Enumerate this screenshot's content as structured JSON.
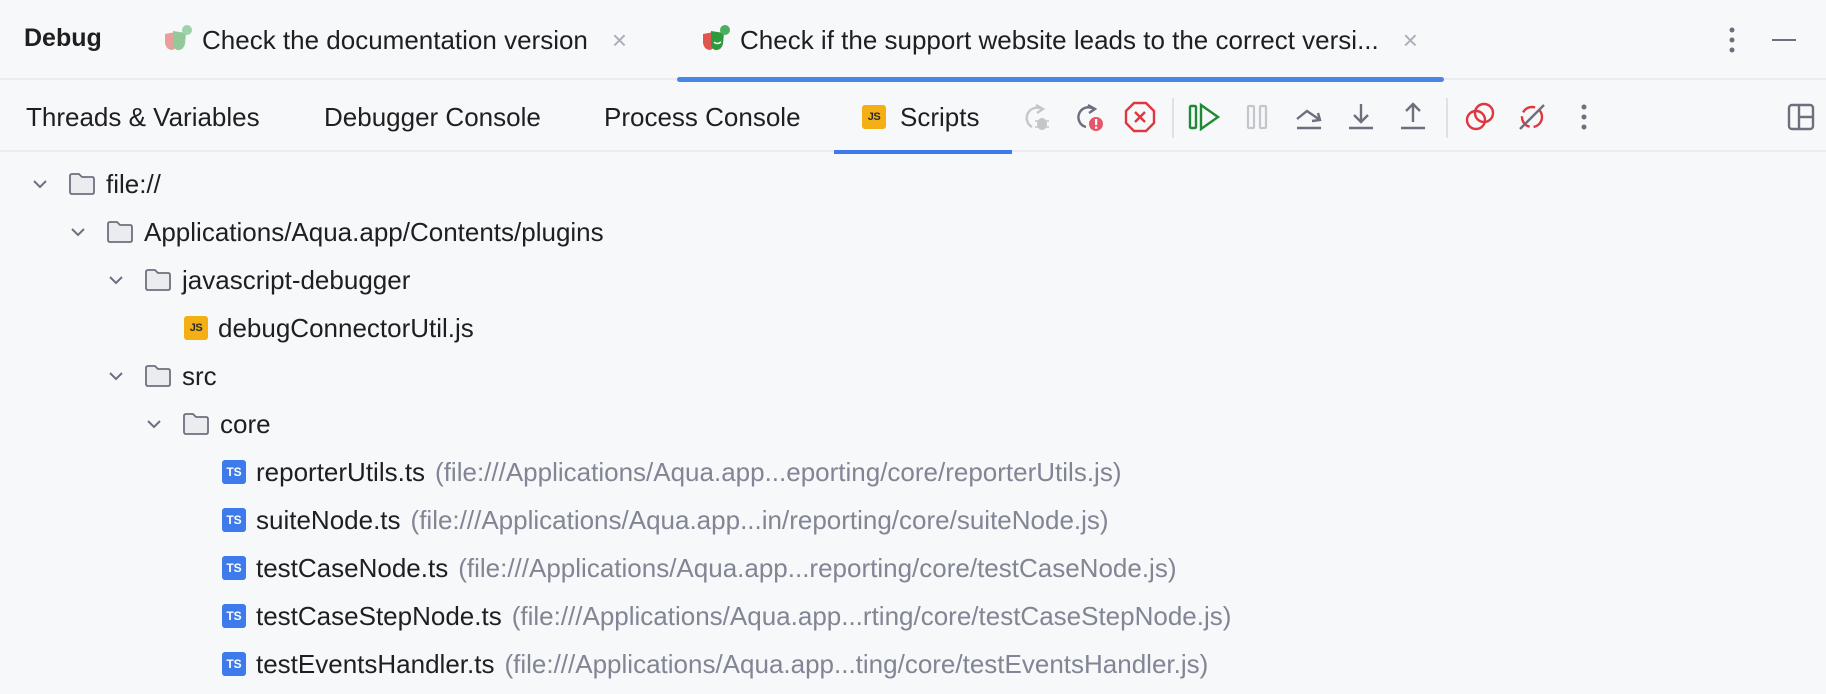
{
  "header": {
    "title": "Debug",
    "run_tabs": [
      {
        "label": "Check the documentation version",
        "icon": "test-masks-icon",
        "active": false,
        "close": "×"
      },
      {
        "label": "Check if the support website leads to the correct versi...",
        "icon": "test-masks-icon",
        "active": true,
        "close": "×"
      }
    ],
    "more_icon": "more-vertical-icon",
    "minimize_icon": "minimize-icon"
  },
  "subtabs": [
    {
      "label": "Threads & Variables",
      "active": false
    },
    {
      "label": "Debugger Console",
      "active": false
    },
    {
      "label": "Process Console",
      "active": false
    },
    {
      "label": "Scripts",
      "active": true,
      "badge": "JS"
    }
  ],
  "toolbar": {
    "buttons": [
      {
        "name": "rerun-debug",
        "icon": "rerun-bug-icon",
        "enabled": false
      },
      {
        "name": "rerun-failed",
        "icon": "rerun-failed-icon",
        "enabled": true
      },
      {
        "name": "stop",
        "icon": "stop-icon",
        "enabled": true
      },
      {
        "name": "resume",
        "icon": "resume-icon",
        "enabled": true
      },
      {
        "name": "pause",
        "icon": "pause-icon",
        "enabled": false
      },
      {
        "name": "step-over",
        "icon": "step-over-icon",
        "enabled": true
      },
      {
        "name": "step-into",
        "icon": "step-into-icon",
        "enabled": true
      },
      {
        "name": "step-out",
        "icon": "step-out-icon",
        "enabled": true
      },
      {
        "name": "view-breakpoints",
        "icon": "view-breakpoints-icon",
        "enabled": true
      },
      {
        "name": "mute-breakpoints",
        "icon": "mute-breakpoints-icon",
        "enabled": true
      },
      {
        "name": "more",
        "icon": "more-vertical-icon",
        "enabled": true
      },
      {
        "name": "layout",
        "icon": "layout-icon",
        "enabled": true
      }
    ],
    "colors": {
      "red": "#e0363f",
      "green": "#1f8a34",
      "gray": "#6c707e",
      "disabled": "#c4c6cc"
    }
  },
  "tree": [
    {
      "label": "file://",
      "type": "folder",
      "depth": 0,
      "expanded": true
    },
    {
      "label": "Applications/Aqua.app/Contents/plugins",
      "type": "folder",
      "depth": 1,
      "expanded": true
    },
    {
      "label": "javascript-debugger",
      "type": "folder",
      "depth": 2,
      "expanded": true
    },
    {
      "label": "debugConnectorUtil.js",
      "type": "js",
      "depth": 3,
      "badge": "JS"
    },
    {
      "label": "src",
      "type": "folder",
      "depth": 2,
      "expanded": true
    },
    {
      "label": "core",
      "type": "folder",
      "depth": 3,
      "expanded": true
    },
    {
      "label": "reporterUtils.ts",
      "type": "ts",
      "depth": 4,
      "badge": "TS",
      "path": "(file:///Applications/Aqua.app...eporting/core/reporterUtils.js)"
    },
    {
      "label": "suiteNode.ts",
      "type": "ts",
      "depth": 4,
      "badge": "TS",
      "path": "(file:///Applications/Aqua.app...in/reporting/core/suiteNode.js)"
    },
    {
      "label": "testCaseNode.ts",
      "type": "ts",
      "depth": 4,
      "badge": "TS",
      "path": "(file:///Applications/Aqua.app...reporting/core/testCaseNode.js)"
    },
    {
      "label": "testCaseStepNode.ts",
      "type": "ts",
      "depth": 4,
      "badge": "TS",
      "path": "(file:///Applications/Aqua.app...rting/core/testCaseStepNode.js)"
    },
    {
      "label": "testEventsHandler.ts",
      "type": "ts",
      "depth": 4,
      "badge": "TS",
      "path": "(file:///Applications/Aqua.app...ting/core/testEventsHandler.js)"
    }
  ]
}
